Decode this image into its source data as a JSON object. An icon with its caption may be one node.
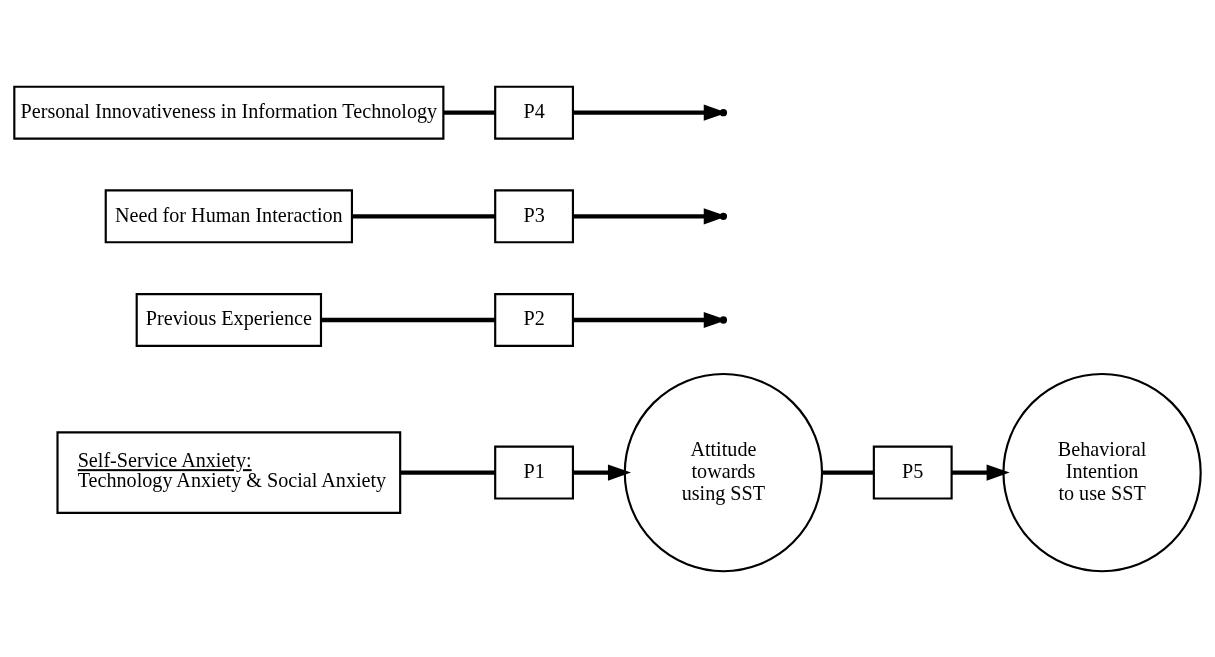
{
  "diagram": {
    "nodes": [
      {
        "text": [
          "Self-Service Anxiety:",
          "Technology Anxiety & Social Anxiety"
        ]
      },
      {
        "text": [
          "Previous Experience"
        ]
      },
      {
        "text": [
          "Need for Human Interaction"
        ]
      },
      {
        "text": [
          "Attitude towards using SST"
        ]
      },
      {
        "text": [
          "Behavioral Intention to use SST"
        ]
      },
      {
        "text": [
          "Personal Innovativeness in Information Technology"
        ]
      },
      {
        "text": [
          "P1"
        ]
      },
      {
        "text": [
          "P2"
        ]
      },
      {
        "text": [
          "P3"
        ]
      },
      {
        "text": [
          "P4"
        ]
      },
      {
        "text": [
          "P5"
        ]
      }
    ],
    "edges": [
      {
        "from": 0,
        "to": 6,
        "arrow": "none"
      },
      {
        "from": 6,
        "to": 3,
        "arrow": "to"
      },
      {
        "from": 1,
        "to": 7,
        "arrow": "none"
      },
      {
        "from": 7,
        "to": null,
        "arrow": "to"
      },
      {
        "from": 2,
        "to": 8,
        "arrow": "none"
      },
      {
        "from": 8,
        "to": null,
        "arrow": "to"
      },
      {
        "from": 5,
        "to": 9,
        "arrow": "none"
      },
      {
        "from": 9,
        "to": null,
        "arrow": "to"
      },
      {
        "from": 3,
        "to": 10,
        "arrow": "none"
      },
      {
        "from": 10,
        "to": 4,
        "arrow": "to"
      }
    ]
  }
}
